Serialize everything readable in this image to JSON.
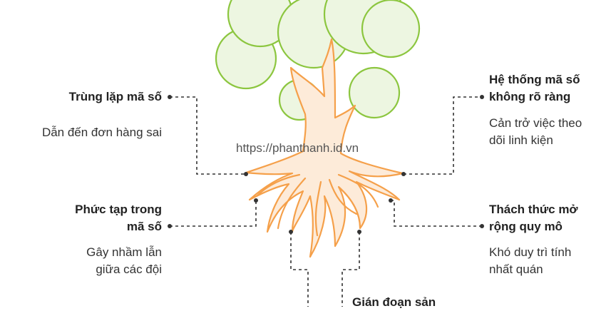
{
  "watermark": "https://phanthanh.id.vn",
  "nodes": {
    "top_left": {
      "title": "Trùng lặp mã số",
      "desc": "Dẫn đến đơn hàng sai"
    },
    "top_right": {
      "title_1": "Hệ thống mã số",
      "title_2": "không rõ ràng",
      "desc_1": "Cản trở việc theo",
      "desc_2": "dõi linh kiện"
    },
    "mid_left": {
      "title_1": "Phức tạp trong",
      "title_2": "mã số",
      "desc_1": "Gây nhầm lẫn",
      "desc_2": "giữa các đội"
    },
    "mid_right": {
      "title_1": "Thách thức mở",
      "title_2": "rộng quy mô",
      "desc_1": "Khó duy trì tính",
      "desc_2": "nhất quán"
    },
    "bottom": {
      "title": "Gián đoạn sản"
    }
  },
  "colors": {
    "canopy_fill": "#edf6e1",
    "canopy_stroke": "#8cc63f",
    "trunk_fill": "#fdebd9",
    "trunk_stroke": "#f5a04a",
    "connector": "#333333"
  }
}
